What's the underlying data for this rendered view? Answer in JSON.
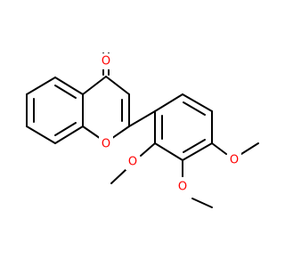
{
  "molecule": {
    "colors": {
      "bond": "#000000",
      "oxygen": "#ff0000"
    },
    "atom_labels": {
      "carbonyl_oxygen": "O",
      "ring_oxygen": "O",
      "methoxy_oxygen_1": "O",
      "methoxy_oxygen_2": "O",
      "methoxy_oxygen_3": "O"
    }
  }
}
